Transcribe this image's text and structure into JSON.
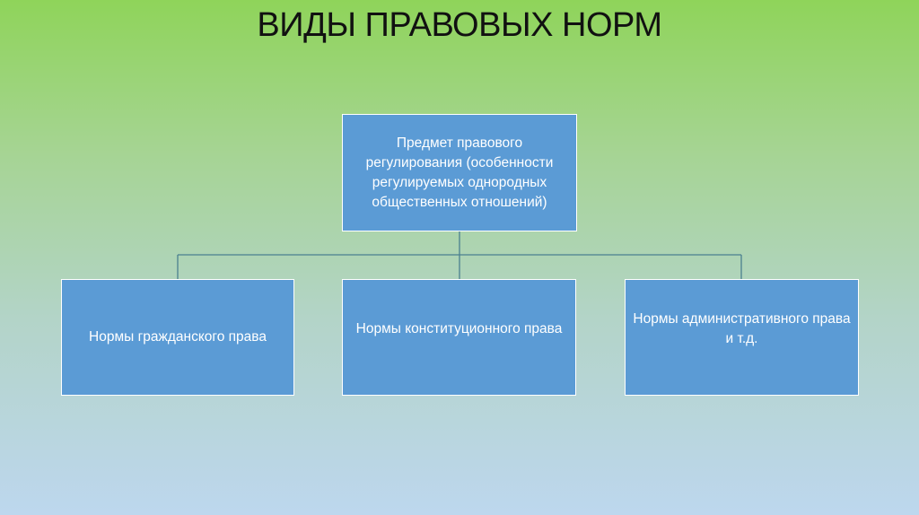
{
  "slide": {
    "title": "ВИДЫ ПРАВОВЫХ НОРМ"
  },
  "diagram": {
    "root": {
      "text": "Предмет правового регулирования (особенности регулируемых однородных общественных отношений)"
    },
    "children": [
      {
        "text": "Нормы гражданского права"
      },
      {
        "text": "Нормы конституционного права"
      },
      {
        "text": "Нормы административного права и т.д."
      }
    ]
  },
  "colors": {
    "box_fill": "#5b9bd5",
    "box_border": "#ffffff",
    "connector": "#4a7f8f",
    "title_text": "#111111"
  }
}
